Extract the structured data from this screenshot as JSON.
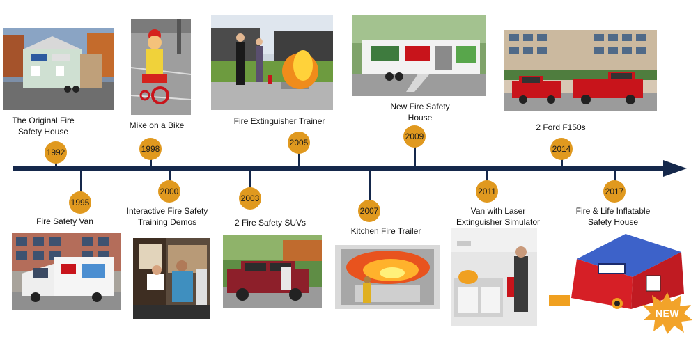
{
  "events": [
    {
      "year": "1992",
      "caption": "The Original Fire\nSafety House"
    },
    {
      "year": "1995",
      "caption": "Fire Safety Van"
    },
    {
      "year": "1998",
      "caption": "Mike on a Bike"
    },
    {
      "year": "2000",
      "caption": "Interactive Fire Safety\nTraining Demos"
    },
    {
      "year": "2003",
      "caption": "2 Fire Safety SUVs"
    },
    {
      "year": "2005",
      "caption": "Fire Extinguisher Trainer"
    },
    {
      "year": "2007",
      "caption": "Kitchen Fire Trailer"
    },
    {
      "year": "2009",
      "caption": "New Fire Safety\nHouse"
    },
    {
      "year": "2011",
      "caption": "Van with Laser\nExtinguisher Simulator"
    },
    {
      "year": "2014",
      "caption": "2 Ford F150s"
    },
    {
      "year": "2017",
      "caption": "Fire & Life Inflatable\nSafety House"
    }
  ],
  "badge": {
    "label": "NEW"
  },
  "colors": {
    "timeline": "#15284b",
    "year_circle": "#e0991f",
    "badge": "#f2a32a"
  }
}
